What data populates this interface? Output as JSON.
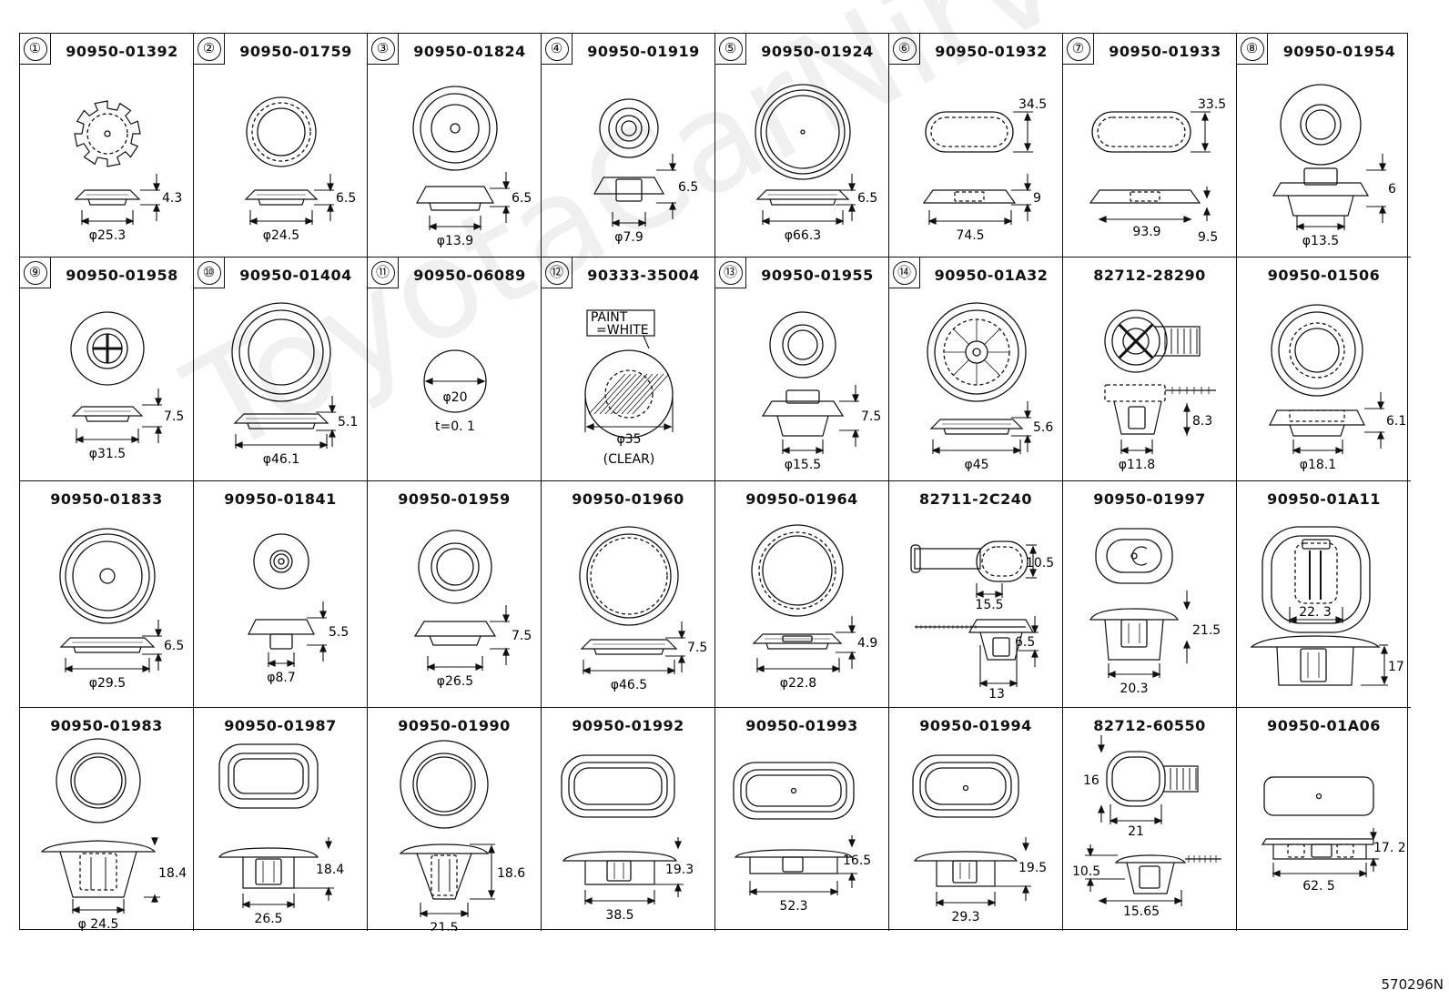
{
  "watermark": "ToyotaCarNirvana",
  "figure_ref": "570296N",
  "cells": [
    {
      "num": "①",
      "part": "90950-01392",
      "dims": [
        "4.3",
        "φ25.3"
      ]
    },
    {
      "num": "②",
      "part": "90950-01759",
      "dims": [
        "6.5",
        "φ24.5"
      ]
    },
    {
      "num": "③",
      "part": "90950-01824",
      "dims": [
        "6.5",
        "φ13.9"
      ]
    },
    {
      "num": "④",
      "part": "90950-01919",
      "dims": [
        "6.5",
        "φ7.9"
      ]
    },
    {
      "num": "⑤",
      "part": "90950-01924",
      "dims": [
        "6.5",
        "φ66.3"
      ]
    },
    {
      "num": "⑥",
      "part": "90950-01932",
      "dims": [
        "34.5",
        "9",
        "74.5"
      ]
    },
    {
      "num": "⑦",
      "part": "90950-01933",
      "dims": [
        "33.5",
        "93.9",
        "9.5"
      ]
    },
    {
      "num": "⑧",
      "part": "90950-01954",
      "dims": [
        "6",
        "φ13.5"
      ]
    },
    {
      "num": "⑨",
      "part": "90950-01958",
      "dims": [
        "7.5",
        "φ31.5"
      ]
    },
    {
      "num": "⑩",
      "part": "90950-01404",
      "dims": [
        "5.1",
        "φ46.1"
      ]
    },
    {
      "num": "⑪",
      "part": "90950-06089",
      "dims": [
        "φ20",
        "t=0. 1"
      ]
    },
    {
      "num": "⑫",
      "part": "90333-35004",
      "dims": [
        "PAINT",
        "=WHITE",
        "φ35",
        "(CLEAR)"
      ]
    },
    {
      "num": "⑬",
      "part": "90950-01955",
      "dims": [
        "7.5",
        "φ15.5"
      ]
    },
    {
      "num": "⑭",
      "part": "90950-01A32",
      "dims": [
        "5.6",
        "φ45"
      ]
    },
    {
      "num": "",
      "part": "82712-28290",
      "dims": [
        "8.3",
        "φ11.8"
      ]
    },
    {
      "num": "",
      "part": "90950-01506",
      "dims": [
        "6.1",
        "φ18.1"
      ]
    },
    {
      "num": "",
      "part": "90950-01833",
      "dims": [
        "6.5",
        "φ29.5"
      ]
    },
    {
      "num": "",
      "part": "90950-01841",
      "dims": [
        "5.5",
        "φ8.7"
      ]
    },
    {
      "num": "",
      "part": "90950-01959",
      "dims": [
        "7.5",
        "φ26.5"
      ]
    },
    {
      "num": "",
      "part": "90950-01960",
      "dims": [
        "7.5",
        "φ46.5"
      ]
    },
    {
      "num": "",
      "part": "90950-01964",
      "dims": [
        "4.9",
        "φ22.8"
      ]
    },
    {
      "num": "",
      "part": "82711-2C240",
      "dims": [
        "10.5",
        "15.5",
        "6.5",
        "13"
      ]
    },
    {
      "num": "",
      "part": "90950-01997",
      "dims": [
        "21.5",
        "20.3"
      ]
    },
    {
      "num": "",
      "part": "90950-01A11",
      "dims": [
        "22. 3",
        "17"
      ]
    },
    {
      "num": "",
      "part": "90950-01983",
      "dims": [
        "18.4",
        "φ 24.5"
      ]
    },
    {
      "num": "",
      "part": "90950-01987",
      "dims": [
        "18.4",
        "26.5"
      ]
    },
    {
      "num": "",
      "part": "90950-01990",
      "dims": [
        "18.6",
        "21.5"
      ]
    },
    {
      "num": "",
      "part": "90950-01992",
      "dims": [
        "19.3",
        "38.5"
      ]
    },
    {
      "num": "",
      "part": "90950-01993",
      "dims": [
        "16.5",
        "52.3"
      ]
    },
    {
      "num": "",
      "part": "90950-01994",
      "dims": [
        "19.5",
        "29.3"
      ]
    },
    {
      "num": "",
      "part": "82712-60550",
      "dims": [
        "16",
        "21",
        "10.5",
        "15.65"
      ]
    },
    {
      "num": "",
      "part": "90950-01A06",
      "dims": [
        "17. 2",
        "62. 5"
      ]
    }
  ]
}
